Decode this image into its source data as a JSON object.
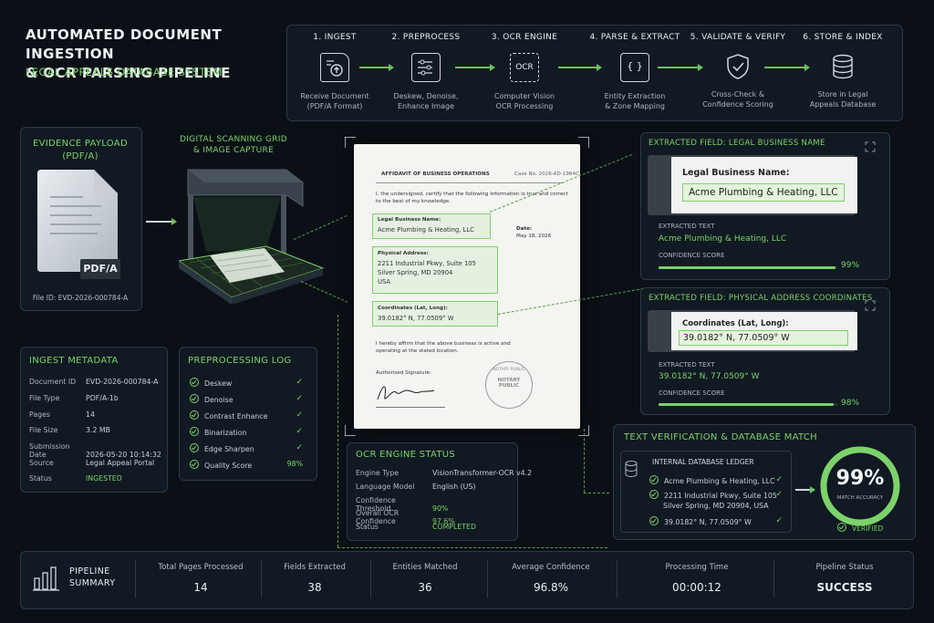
{
  "header": {
    "title_line1": "AUTOMATED DOCUMENT INGESTION",
    "title_line2": "& OCR PARSING PIPELINE",
    "subtitle": "LEGAL APPEALS DATABASE SYSTEM"
  },
  "steps": [
    {
      "title": "1. INGEST",
      "icon": "file-upload-icon",
      "desc1": "Receive Document",
      "desc2": "(PDF/A Format)"
    },
    {
      "title": "2. PREPROCESS",
      "icon": "sliders-icon",
      "desc1": "Deskew, Denoise,",
      "desc2": "Enhance Image"
    },
    {
      "title": "3. OCR ENGINE",
      "icon": "ocr-scan-icon",
      "icon_text": "OCR",
      "desc1": "Computer Vision",
      "desc2": "OCR Processing"
    },
    {
      "title": "4. PARSE & EXTRACT",
      "icon": "braces-icon",
      "icon_text": "{ }",
      "desc1": "Entity Extraction",
      "desc2": "& Zone Mapping"
    },
    {
      "title": "5. VALIDATE & VERIFY",
      "icon": "shield-check-icon",
      "desc1": "Cross-Check &",
      "desc2": "Confidence Scoring"
    },
    {
      "title": "6. STORE & INDEX",
      "icon": "database-icon",
      "desc1": "Store in Legal",
      "desc2": "Appeals Database"
    }
  ],
  "evidence": {
    "title1": "EVIDENCE PAYLOAD",
    "title2": "(PDF/A)",
    "badge": "PDF/A",
    "file_id": "File ID: EVD-2026-000784-A"
  },
  "scanner": {
    "title1": "DIGITAL SCANNING GRID",
    "title2": "& IMAGE CAPTURE"
  },
  "ingest_metadata": {
    "title": "INGEST METADATA",
    "rows": [
      {
        "k": "Document ID",
        "v": "EVD-2026-000784-A"
      },
      {
        "k": "File Type",
        "v": "PDF/A-1b"
      },
      {
        "k": "Pages",
        "v": "14"
      },
      {
        "k": "File Size",
        "v": "3.2 MB"
      },
      {
        "k": "Submission Date",
        "v": "2026-05-20 10:14:32"
      },
      {
        "k": "Source",
        "v": "Legal Appeal Portal"
      },
      {
        "k": "Status",
        "v": "INGESTED"
      }
    ]
  },
  "preprocessing": {
    "title": "PREPROCESSING LOG",
    "items": [
      {
        "label": "Deskew",
        "mark": "✓"
      },
      {
        "label": "Denoise",
        "mark": "✓"
      },
      {
        "label": "Contrast Enhance",
        "mark": "✓"
      },
      {
        "label": "Binarization",
        "mark": "✓"
      },
      {
        "label": "Edge Sharpen",
        "mark": "✓"
      },
      {
        "label": "Quality Score",
        "mark": "98%"
      }
    ]
  },
  "document": {
    "heading": "AFFIDAVIT OF BUSINESS OPERATIONS",
    "case_no": "Case No. 2026-AD-1984C",
    "intro1": "I, the undersigned, certify that the following information is true and correct",
    "intro2": "to the best of my knowledge.",
    "name_label": "Legal Business Name:",
    "name_value": "Acme Plumbing & Heating, LLC",
    "date_label": "Date:",
    "date_value": "May 18, 2026",
    "addr_label": "Physical Address:",
    "addr_line1": "2211 Industrial Pkwy, Suite 105",
    "addr_line2": "Silver Spring, MD 20904",
    "addr_line3": "USA",
    "coord_label": "Coordinates (Lat, Long):",
    "coord_value": "39.0182° N, 77.0509° W",
    "affirm1": "I hereby affirm that the above business is active and",
    "affirm2": "operating at the stated location.",
    "sig_label": "Authorized Signature:",
    "seal_top": "NOTARY PUBLIC",
    "seal_mid1": "NOTARY",
    "seal_mid2": "PUBLIC"
  },
  "ocr_status": {
    "title": "OCR ENGINE STATUS",
    "rows": [
      {
        "k": "Engine Type",
        "v": "VisionTransformer-OCR v4.2"
      },
      {
        "k": "Language Model",
        "v": "English (US)"
      },
      {
        "k": "Confidence Threshold",
        "v": "90%"
      },
      {
        "k": "Overall OCR Confidence",
        "v": "97.6%"
      },
      {
        "k": "Status",
        "v": "COMPLETED"
      }
    ]
  },
  "field_name": {
    "title": "EXTRACTED FIELD: LEGAL BUSINESS NAME",
    "crop_label": "Legal Business Name:",
    "crop_value": "Acme Plumbing & Heating, LLC",
    "extracted_label": "EXTRACTED TEXT",
    "extracted_value": "Acme Plumbing & Heating, LLC",
    "confidence_label": "CONFIDENCE SCORE",
    "confidence": "99%",
    "confidence_fraction": 0.99
  },
  "field_coords": {
    "title": "EXTRACTED FIELD: PHYSICAL ADDRESS COORDINATES",
    "crop_label": "Coordinates (Lat, Long):",
    "crop_value": "39.0182° N, 77.0509° W",
    "extracted_label": "EXTRACTED TEXT",
    "extracted_value": "39.0182° N, 77.0509° W",
    "confidence_label": "CONFIDENCE SCORE",
    "confidence": "98%",
    "confidence_fraction": 0.98
  },
  "verification": {
    "title": "TEXT VERIFICATION & DATABASE MATCH",
    "ledger_title": "INTERNAL DATABASE LEDGER",
    "entries": [
      {
        "line1": "Acme Plumbing & Heating, LLC",
        "line2": ""
      },
      {
        "line1": "2211 Industrial Pkwy, Suite 105",
        "line2": "Silver Spring, MD 20904, USA"
      },
      {
        "line1": "39.0182° N, 77.0509° W",
        "line2": ""
      }
    ],
    "gauge_value": "99%",
    "gauge_fraction": 0.99,
    "gauge_label": "MATCH ACCURACY",
    "verified": "VERIFIED"
  },
  "summary": {
    "title1": "PIPELINE",
    "title2": "SUMMARY",
    "cols": [
      {
        "label": "Total Pages Processed",
        "value": "14"
      },
      {
        "label": "Fields Extracted",
        "value": "38"
      },
      {
        "label": "Entities Matched",
        "value": "36"
      },
      {
        "label": "Average Confidence",
        "value": "96.8%"
      },
      {
        "label": "Processing Time",
        "value": "00:00:12"
      },
      {
        "label": "Pipeline Status",
        "value": "SUCCESS"
      }
    ]
  },
  "colors": {
    "accent": "#7cd26a",
    "background": "#0b1016",
    "panel": "#111922"
  }
}
